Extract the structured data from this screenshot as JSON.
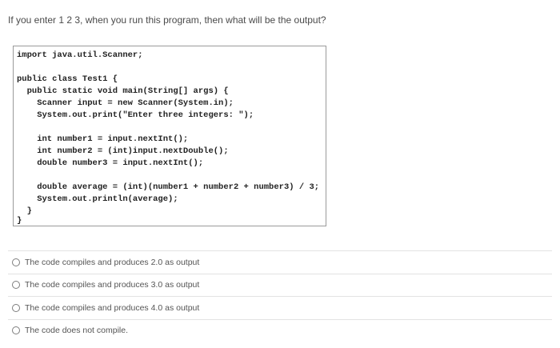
{
  "question": "If you enter 1 2 3, when you run this program, then what will be the output?",
  "code_lines": [
    "import java.util.Scanner;",
    "",
    "public class Test1 {",
    "  public static void main(String[] args) {",
    "    Scanner input = new Scanner(System.in);",
    "    System.out.print(\"Enter three integers: \");",
    "",
    "    int number1 = input.nextInt();",
    "    int number2 = (int)input.nextDouble();",
    "    double number3 = input.nextInt();",
    "",
    "    double average = (int)(number1 + number2 + number3) / 3;",
    "    System.out.println(average);",
    "  }",
    "}"
  ],
  "options": [
    {
      "label": "The code compiles and produces 2.0 as output"
    },
    {
      "label": "The code compiles and produces 3.0 as output"
    },
    {
      "label": "The code compiles and produces 4.0 as output"
    },
    {
      "label": "The code does not compile."
    }
  ]
}
